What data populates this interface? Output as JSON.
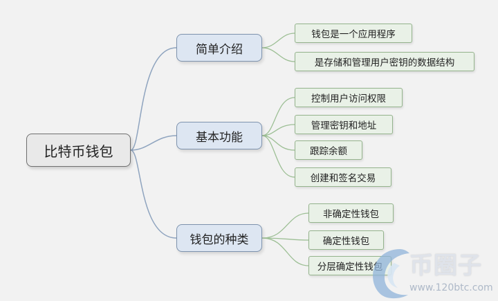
{
  "root": {
    "label": "比特币钱包"
  },
  "categories": [
    {
      "label": "简单介绍",
      "items": [
        "钱包是一个应用程序",
        "是存储和管理用户密钥的数据结构"
      ]
    },
    {
      "label": "基本功能",
      "items": [
        "控制用户访问权限",
        "管理密钥和地址",
        "跟踪余额",
        "创建和签名交易"
      ]
    },
    {
      "label": "钱包的种类",
      "items": [
        "非确定性钱包",
        "确定性钱包",
        "分层确定性钱包"
      ]
    }
  ],
  "watermark": {
    "brand": "币圈子",
    "url": "www.120btc.com"
  },
  "colors": {
    "background": "#f2f2f2",
    "root_fill": "#e9e9e9",
    "category_fill": "#dde6f2",
    "category_border": "#7d92ad",
    "leaf_fill": "#e9f1e7",
    "leaf_border": "#94b38c",
    "connector_blue": "#8fa4bf",
    "connector_green": "#9dbf95"
  }
}
